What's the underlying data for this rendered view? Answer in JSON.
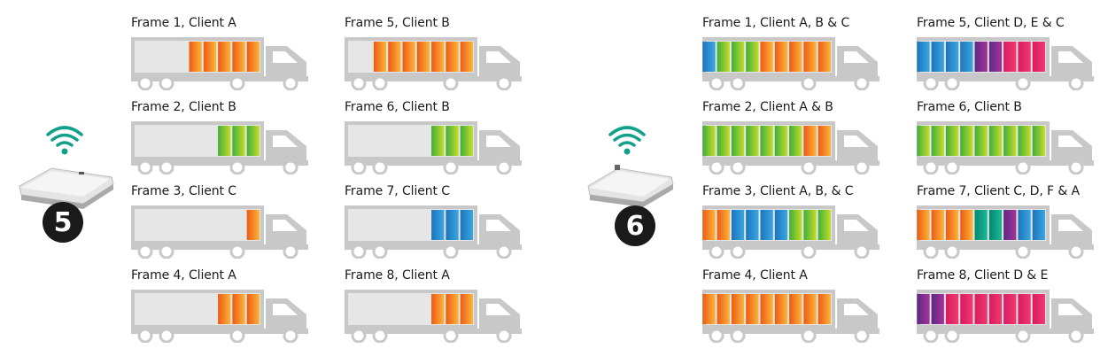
{
  "colors": {
    "truck": "#c8c8c8",
    "truck_fill": "#e6e6e6",
    "wifi": "#11a08c",
    "badge": "#1a1a1a"
  },
  "segment_palette": {
    "A": "orange-gradient",
    "B": "green-gradient",
    "C": "blue-gradient",
    "D": "purple-gradient",
    "E": "magenta-gradient",
    "F": "teal-gradient"
  },
  "access_points": [
    {
      "number": "5",
      "icon": "access-point-device-icon"
    },
    {
      "number": "6",
      "icon": "access-point-device-icon"
    }
  ],
  "panels": [
    {
      "frames": [
        {
          "label": "Frame 1, Client A",
          "segments": [
            "A",
            "A",
            "A",
            "A",
            "A"
          ]
        },
        {
          "label": "Frame 2, Client B",
          "segments": [
            "B",
            "B",
            "B"
          ]
        },
        {
          "label": "Frame 3, Client C",
          "segments": [
            "A"
          ]
        },
        {
          "label": "Frame 4, Client A",
          "segments": [
            "A",
            "A",
            "A"
          ]
        },
        {
          "label": "Frame 5, Client B",
          "segments": [
            "A",
            "A",
            "A",
            "A",
            "A",
            "A",
            "A"
          ]
        },
        {
          "label": "Frame 6, Client B",
          "segments": [
            "B",
            "B",
            "B"
          ]
        },
        {
          "label": "Frame 7, Client C",
          "segments": [
            "C",
            "C",
            "C"
          ]
        },
        {
          "label": "Frame 8, Client A",
          "segments": [
            "A",
            "A",
            "A"
          ]
        }
      ]
    },
    {
      "frames": [
        {
          "label": "Frame 1, Client A, B & C",
          "segments": [
            "C",
            "B",
            "B",
            "B",
            "A",
            "A",
            "A",
            "A",
            "A"
          ]
        },
        {
          "label": "Frame 2, Client A & B",
          "segments": [
            "B",
            "B",
            "B",
            "B",
            "B",
            "B",
            "B",
            "A",
            "A"
          ]
        },
        {
          "label": "Frame 3, Client A, B, & C",
          "segments": [
            "A",
            "A",
            "C",
            "C",
            "C",
            "C",
            "B",
            "B",
            "B"
          ]
        },
        {
          "label": "Frame 4, Client A",
          "segments": [
            "A",
            "A",
            "A",
            "A",
            "A",
            "A",
            "A",
            "A",
            "A"
          ]
        },
        {
          "label": "Frame 5, Client D, E & C",
          "segments": [
            "C",
            "C",
            "C",
            "C",
            "D",
            "D",
            "E",
            "E",
            "E"
          ]
        },
        {
          "label": "Frame 6, Client B",
          "segments": [
            "B",
            "B",
            "B",
            "B",
            "B",
            "B",
            "B",
            "B",
            "B"
          ]
        },
        {
          "label": "Frame 7, Client C, D, F & A",
          "segments": [
            "A",
            "A",
            "A",
            "A",
            "F",
            "F",
            "D",
            "C",
            "C"
          ]
        },
        {
          "label": "Frame 8, Client D & E",
          "segments": [
            "D",
            "D",
            "E",
            "E",
            "E",
            "E",
            "E",
            "E",
            "E"
          ]
        }
      ]
    }
  ]
}
